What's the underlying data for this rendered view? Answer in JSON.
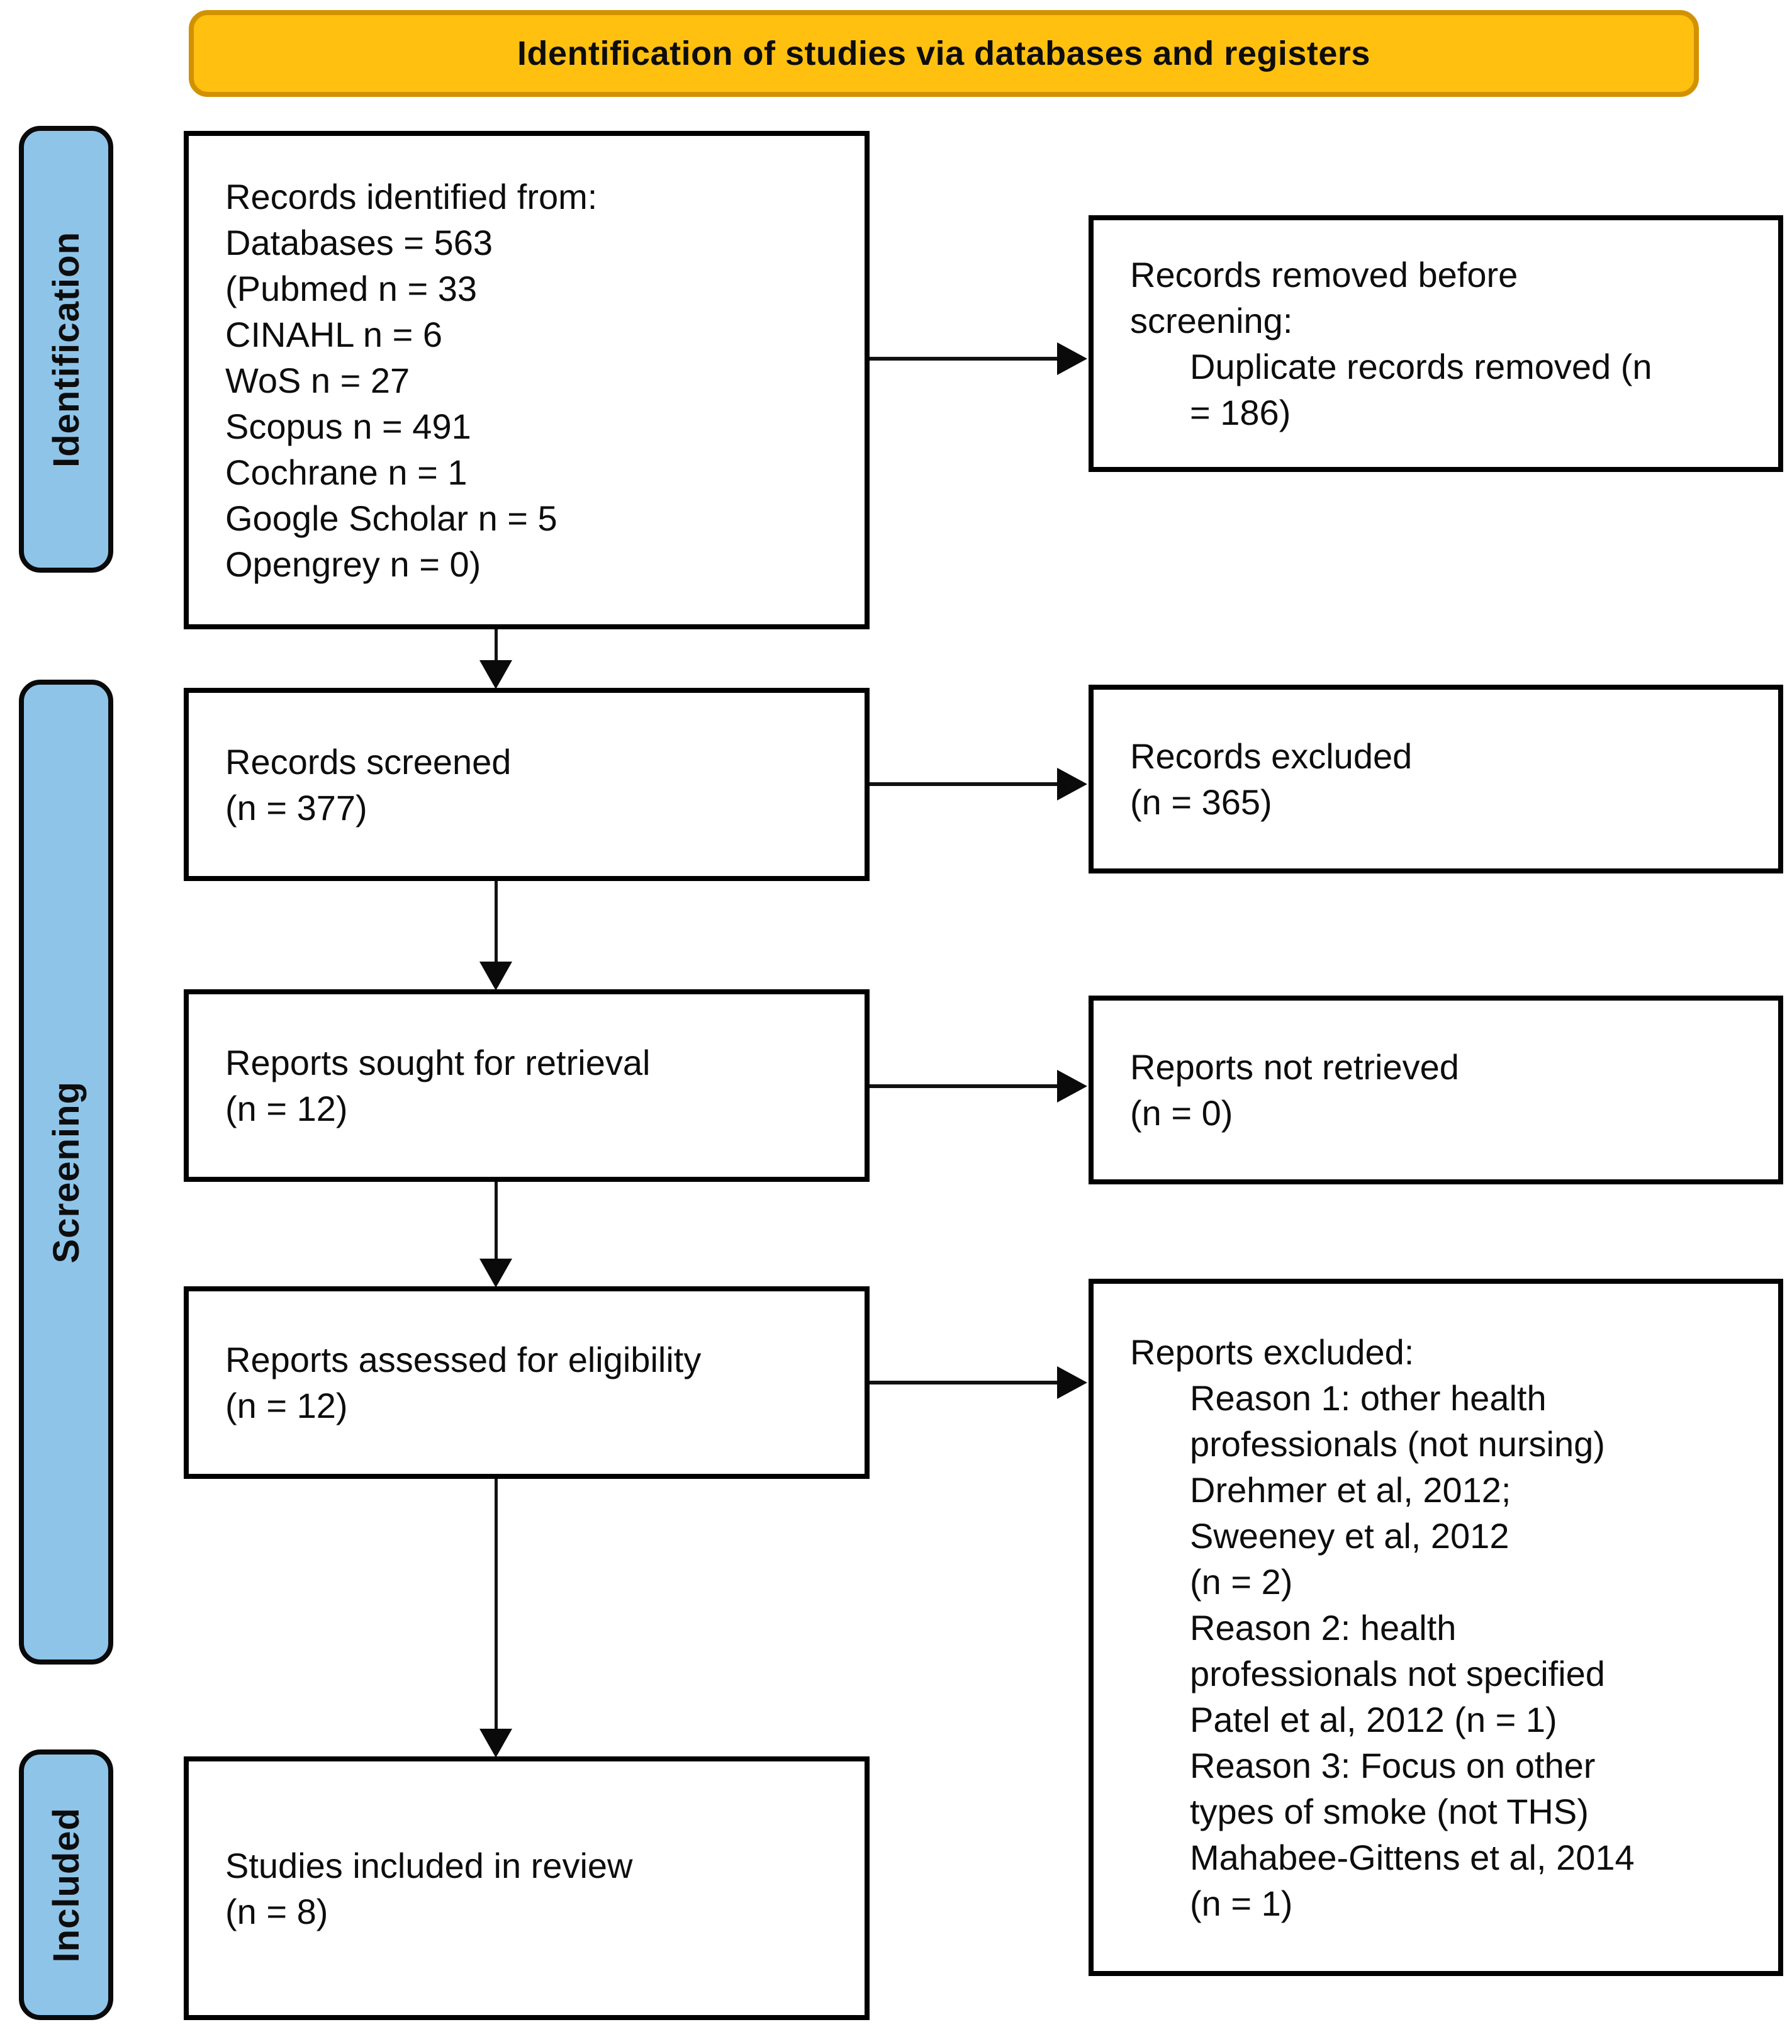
{
  "banner": {
    "label": "Identification of studies via databases and registers"
  },
  "colors": {
    "banner_fill": "#FFC010",
    "banner_border": "#D29200",
    "stage_fill": "#8FC4E9",
    "box_border": "#000000",
    "ink": "#0d0d0d"
  },
  "stages": {
    "identification": "Identification",
    "screening": "Screening",
    "included": "Included"
  },
  "boxes": {
    "records_identified": {
      "lines": [
        {
          "t": "Records identified from:"
        },
        {
          "t": "Databases = 563"
        },
        {
          "t": "(Pubmed n = 33"
        },
        {
          "t": "CINAHL n = 6"
        },
        {
          "t": "WoS n = 27"
        },
        {
          "t": "Scopus n = 491"
        },
        {
          "t": "Cochrane n = 1"
        },
        {
          "t": "Google Scholar n = 5"
        },
        {
          "t": "Opengrey n = 0)"
        }
      ]
    },
    "records_removed": {
      "lines": [
        {
          "t": "Records removed before"
        },
        {
          "t": "screening:"
        },
        {
          "t": "Duplicate records removed (n",
          "ind": true
        },
        {
          "t": "= 186)",
          "ind": true
        }
      ]
    },
    "records_screened": {
      "lines": [
        {
          "t": "Records screened"
        },
        {
          "t": "(n = 377)"
        }
      ]
    },
    "records_excluded": {
      "lines": [
        {
          "t": "Records excluded"
        },
        {
          "t": "(n = 365)"
        }
      ]
    },
    "reports_sought": {
      "lines": [
        {
          "t": "Reports sought for retrieval"
        },
        {
          "t": "(n = 12)"
        }
      ]
    },
    "reports_not_retrieved": {
      "lines": [
        {
          "t": "Reports not retrieved"
        },
        {
          "t": "(n = 0)"
        }
      ]
    },
    "reports_assessed": {
      "lines": [
        {
          "t": "Reports assessed for eligibility"
        },
        {
          "t": "(n = 12)"
        }
      ]
    },
    "reports_excluded": {
      "lines": [
        {
          "t": "Reports excluded:"
        },
        {
          "t": "Reason 1: other health",
          "ind": true
        },
        {
          "t": "professionals (not nursing)",
          "ind": true
        },
        {
          "t": "Drehmer et al, 2012;",
          "ind": true
        },
        {
          "t": "Sweeney et al, 2012",
          "ind": true
        },
        {
          "t": "(n = 2)",
          "ind": true
        },
        {
          "t": "Reason 2: health",
          "ind": true
        },
        {
          "t": "professionals not specified",
          "ind": true
        },
        {
          "t": "Patel et al, 2012 (n = 1)",
          "ind": true
        },
        {
          "t": "Reason 3: Focus on other",
          "ind": true
        },
        {
          "t": "types of smoke (not THS)",
          "ind": true
        },
        {
          "t": "Mahabee-Gittens et al, 2014",
          "ind": true
        },
        {
          "t": "(n = 1)",
          "ind": true
        }
      ]
    },
    "studies_included": {
      "lines": [
        {
          "t": "Studies included in review"
        },
        {
          "t": "(n = 8)"
        }
      ]
    }
  }
}
